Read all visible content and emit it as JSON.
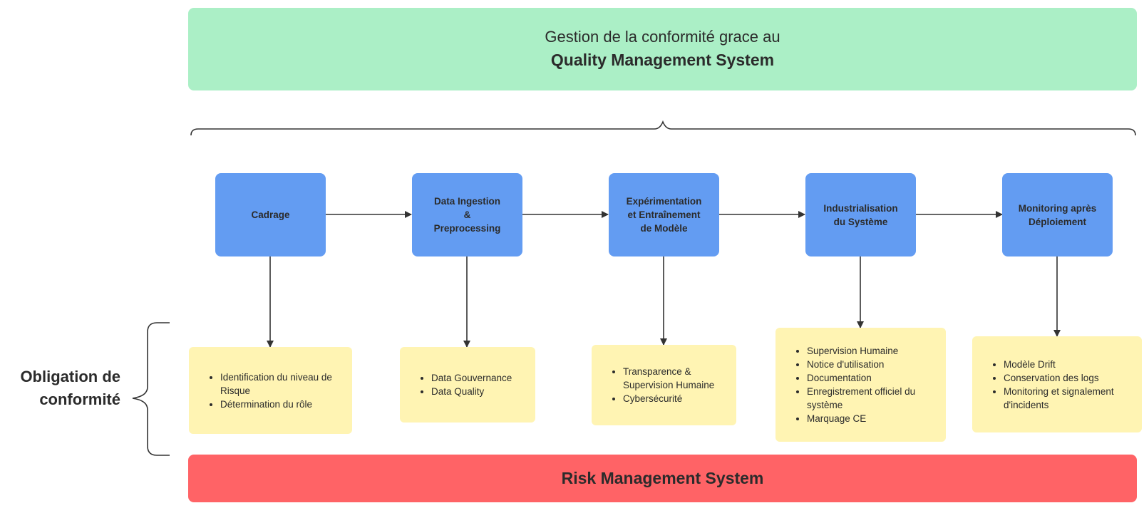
{
  "header": {
    "line1": "Gestion de la conformité grace au",
    "line2": "Quality Management System"
  },
  "footer": {
    "label": "Risk Management System"
  },
  "side_label": "Obligation de\nconformité",
  "stages": [
    {
      "label": "Cadrage"
    },
    {
      "label": "Data Ingestion\n&\nPreprocessing"
    },
    {
      "label": "Expérimentation\net Entraînement\nde Modèle"
    },
    {
      "label": "Industrialisation\ndu Système"
    },
    {
      "label": "Monitoring après\nDéploiement"
    }
  ],
  "notes": [
    {
      "items": [
        "Identification du niveau de Risque",
        "Détermination du rôle"
      ]
    },
    {
      "items": [
        "Data Gouvernance",
        "Data Quality"
      ]
    },
    {
      "items": [
        "Transparence & Supervision Humaine",
        "Cybersécurité"
      ]
    },
    {
      "items": [
        "Supervision Humaine",
        "Notice d'utilisation",
        "Documentation",
        "Enregistrement officiel du système",
        "Marquage CE"
      ]
    },
    {
      "items": [
        "Modèle Drift",
        "Conservation des logs",
        "Monitoring et signalement d'incidents"
      ]
    }
  ],
  "colors": {
    "header_bg": "#abefc6",
    "stage_bg": "#639cf2",
    "note_bg": "#fff4b3",
    "footer_bg": "#ff6366",
    "line": "#333333"
  }
}
